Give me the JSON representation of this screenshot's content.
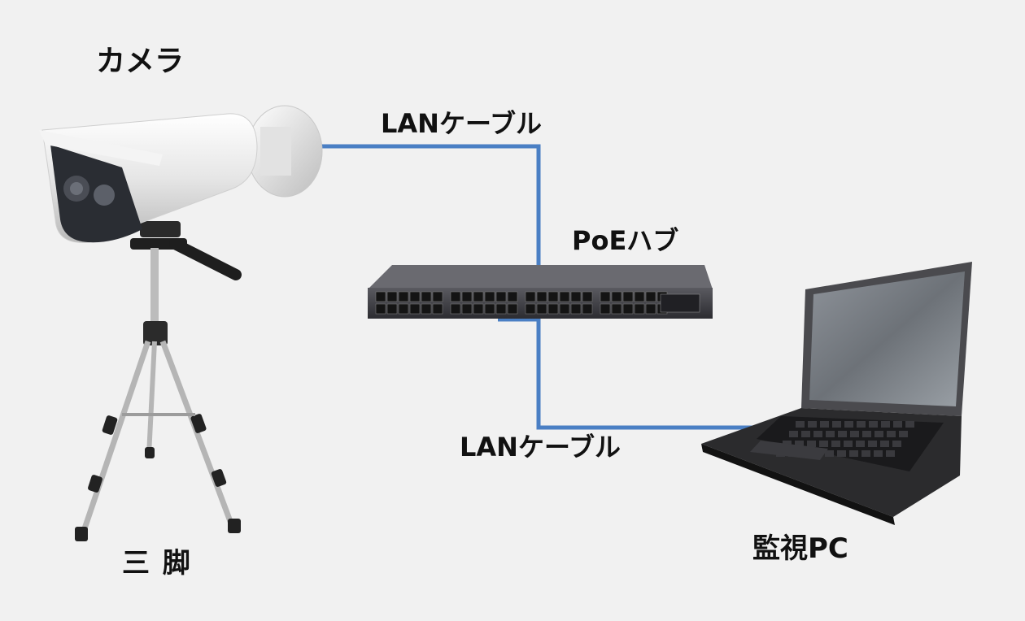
{
  "labels": {
    "camera": "カメラ",
    "lan_cable_top": "LANケーブル",
    "poe_hub": "PoEハブ",
    "lan_cable_bottom": "LANケーブル",
    "monitor_pc": "監視PC",
    "tripod": "三 脚"
  },
  "colors": {
    "background": "#f1f1f1",
    "cable": "#4a7fc4",
    "switch_body": "#3a3a3f",
    "laptop_body": "#2a2a2a",
    "camera_body": "#e8e8e8"
  },
  "icons": [
    "camera-icon",
    "tripod-icon",
    "poe-switch-icon",
    "laptop-icon"
  ]
}
